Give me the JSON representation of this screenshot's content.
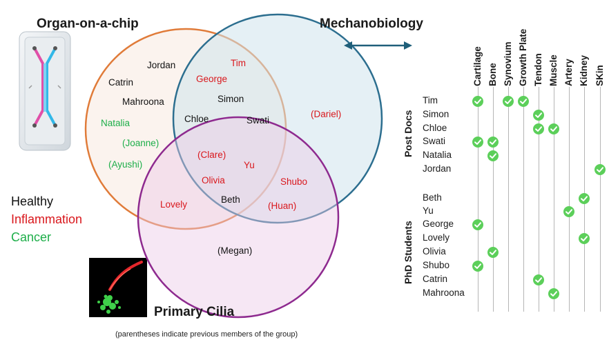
{
  "circles": {
    "organ_on_chip": "Organ-on-a-chip",
    "mechanobiology": "Mechanobiology",
    "primary_cilia": "Primary Cilia"
  },
  "venn_names": [
    {
      "text": "Jordan",
      "cat": "healthy"
    },
    {
      "text": "Catrin",
      "cat": "healthy"
    },
    {
      "text": "Mahroona",
      "cat": "healthy"
    },
    {
      "text": "Natalia",
      "cat": "cancer"
    },
    {
      "text": "(Joanne)",
      "cat": "cancer"
    },
    {
      "text": "(Ayushi)",
      "cat": "cancer"
    },
    {
      "text": "Tim",
      "cat": "inflammation"
    },
    {
      "text": "George",
      "cat": "inflammation"
    },
    {
      "text": "Simon",
      "cat": "healthy"
    },
    {
      "text": "Chloe",
      "cat": "healthy"
    },
    {
      "text": "Swati",
      "cat": "healthy"
    },
    {
      "text": "(Dariel)",
      "cat": "inflammation"
    },
    {
      "text": "(Clare)",
      "cat": "inflammation"
    },
    {
      "text": "Yu",
      "cat": "inflammation"
    },
    {
      "text": "Olivia",
      "cat": "inflammation"
    },
    {
      "text": "Shubo",
      "cat": "inflammation"
    },
    {
      "text": "Lovely",
      "cat": "inflammation"
    },
    {
      "text": "Beth",
      "cat": "healthy"
    },
    {
      "text": "(Huan)",
      "cat": "inflammation"
    },
    {
      "text": "(Megan)",
      "cat": "healthy"
    }
  ],
  "legend": {
    "healthy": "Healthy",
    "inflammation": "Inflammation",
    "cancer": "Cancer"
  },
  "footnote": "(parentheses indicate previous members of the group)",
  "colors": {
    "healthy": "#111111",
    "inflammation": "#d9171c",
    "cancer": "#1dae49",
    "orange_circle": "#e07b39",
    "blue_circle": "#2c6e8f",
    "purple_circle": "#8e2a8f",
    "check": "#5ccf5a"
  },
  "table": {
    "columns": [
      "Cartilage",
      "Bone",
      "Synovium",
      "Growth Plate",
      "Tendon",
      "Muscle",
      "Artery",
      "Kidney",
      "SKin"
    ],
    "groups": [
      {
        "label": "Post Docs",
        "rows": [
          {
            "name": "Tim",
            "checks": [
              0,
              2,
              3
            ]
          },
          {
            "name": "Simon",
            "checks": [
              4
            ]
          },
          {
            "name": "Chloe",
            "checks": [
              4,
              5
            ]
          },
          {
            "name": "Swati",
            "checks": [
              0,
              1
            ]
          },
          {
            "name": "Natalia",
            "checks": [
              1
            ]
          },
          {
            "name": "Jordan",
            "checks": [
              8
            ]
          }
        ]
      },
      {
        "label": "PhD Students",
        "rows": [
          {
            "name": "Beth",
            "checks": [
              7
            ]
          },
          {
            "name": "Yu",
            "checks": [
              6
            ]
          },
          {
            "name": "George",
            "checks": [
              0
            ]
          },
          {
            "name": "Lovely",
            "checks": [
              7
            ]
          },
          {
            "name": "Olivia",
            "checks": [
              1
            ]
          },
          {
            "name": "Shubo",
            "checks": [
              0
            ]
          },
          {
            "name": "Catrin",
            "checks": [
              4
            ]
          },
          {
            "name": "Mahroona",
            "checks": [
              5
            ]
          }
        ]
      }
    ]
  }
}
